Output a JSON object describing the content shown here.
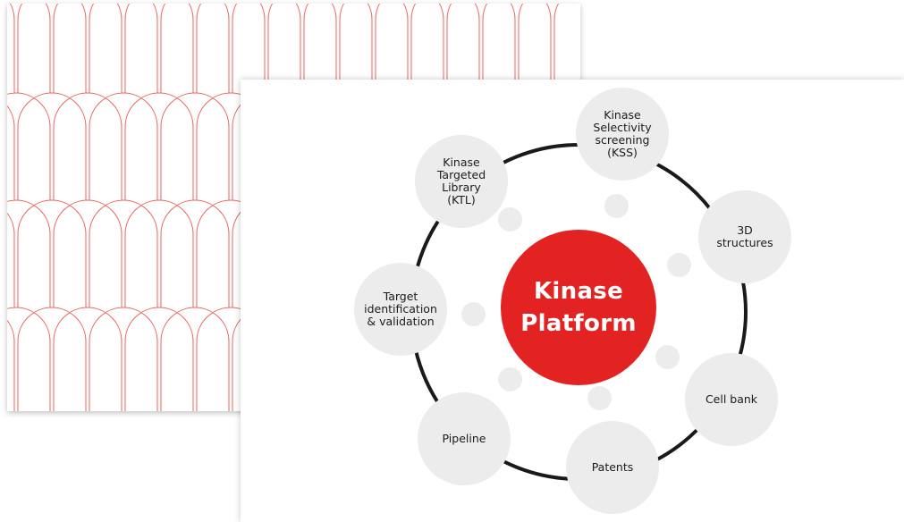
{
  "center": {
    "lines": [
      "Kinase",
      "Platform"
    ],
    "color": "#e32322"
  },
  "nodes": [
    {
      "id": "ktl",
      "lines": [
        "Kinase",
        "Targeted",
        "Library",
        "(KTL)"
      ]
    },
    {
      "id": "kss",
      "lines": [
        "Kinase",
        "Selectivity",
        "screening",
        "(KSS)"
      ]
    },
    {
      "id": "structures",
      "lines": [
        "3D",
        "structures"
      ]
    },
    {
      "id": "cell-bank",
      "lines": [
        "Cell bank"
      ]
    },
    {
      "id": "patents",
      "lines": [
        "Patents"
      ]
    },
    {
      "id": "pipeline",
      "lines": [
        "Pipeline"
      ]
    },
    {
      "id": "target",
      "lines": [
        "Target",
        "identification",
        "& validation"
      ]
    }
  ],
  "colors": {
    "accent": "#e32322",
    "node_fill": "#ececec",
    "ring": "#1a1a1a",
    "pattern_line": "#e8635e"
  }
}
